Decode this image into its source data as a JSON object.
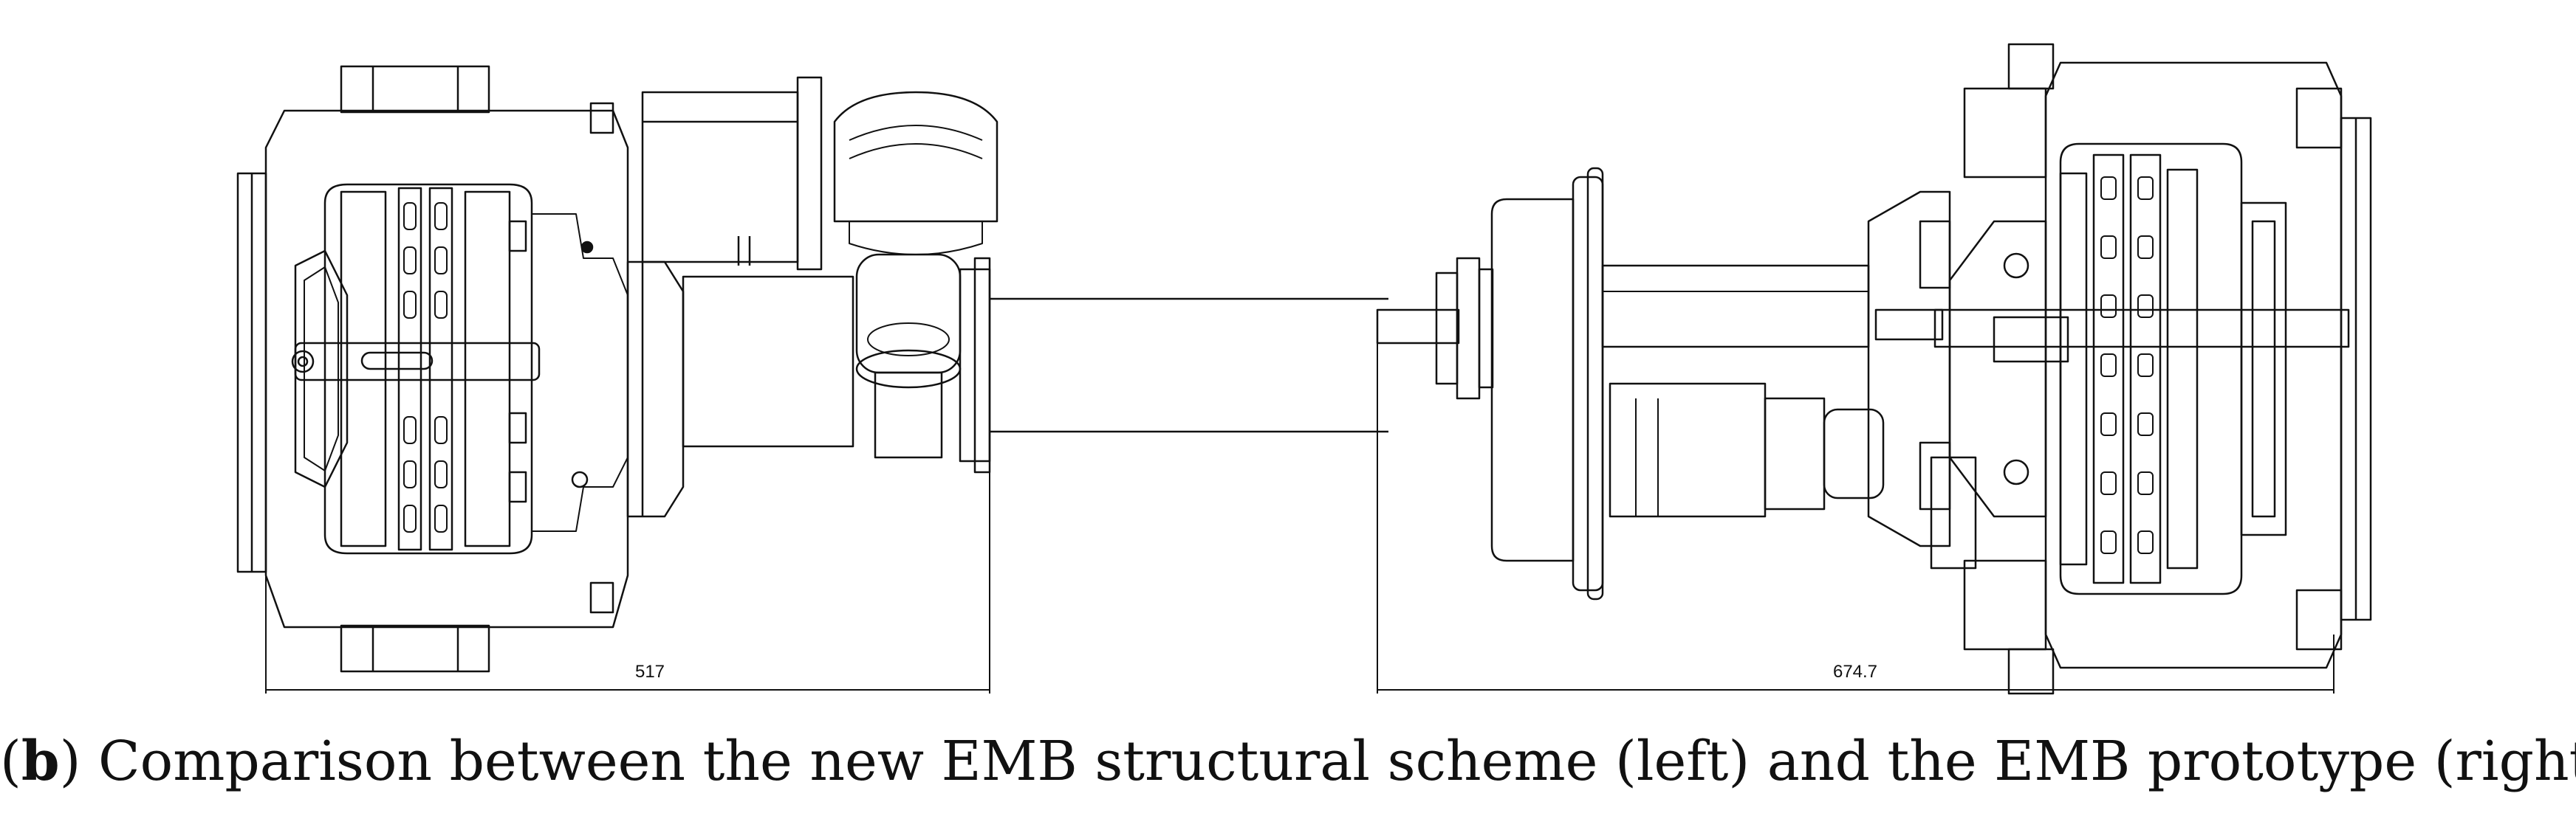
{
  "figure": {
    "left_assembly": {
      "dimension_label": "517"
    },
    "right_assembly": {
      "dimension_label": "674.7"
    }
  },
  "caption": {
    "panel_letter": "b",
    "open_paren": "(",
    "close_paren": ")",
    "text": " Comparison between the new EMB structural scheme (left) and the EMB prototype (right)"
  }
}
